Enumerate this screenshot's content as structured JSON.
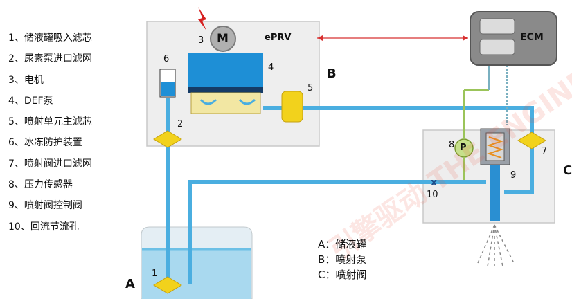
{
  "legend": [
    "1、储液罐吸入滤芯",
    "2、尿素泵进口滤网",
    "3、电机",
    "4、DEF泵",
    "5、喷射单元主滤芯",
    "6、冰冻防护装置",
    "7、喷射阀进口滤网",
    "8、压力传感器",
    "9、喷射阀控制阀",
    "10、回流节流孔"
  ],
  "components": {
    "motor": "M",
    "eprv": "ePRV",
    "ecm": "ECM",
    "pressure": "P"
  },
  "labels": {
    "A": "A",
    "B": "B",
    "C": "C",
    "n1": "1",
    "n2": "2",
    "n3": "3",
    "n4": "4",
    "n5": "5",
    "n6": "6",
    "n7": "7",
    "n8": "8",
    "n9": "9",
    "n10": "10"
  },
  "abc_legend": [
    "A：储液罐",
    "B：喷射泵",
    "C：喷射阀"
  ],
  "watermark": "引擎驱动 THE ENGINE DANCE",
  "colors": {
    "pipe": "#4aaee0",
    "pump": "#1e8fd6",
    "filter": "#f2d21c",
    "box": "#ececec",
    "ecm": "#8a8a8a",
    "link": "#d83030"
  }
}
